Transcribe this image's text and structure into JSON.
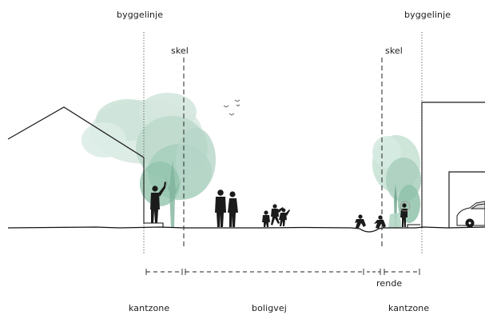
{
  "labels": {
    "building_line_left": "byggelinje",
    "building_line_right": "byggelinje",
    "boundary_left": "skel",
    "boundary_right": "skel",
    "gutter": "rende",
    "zone_left": "kantzone",
    "zone_middle": "boligvej",
    "zone_right": "kantzone"
  },
  "colors": {
    "line": "#1a1a1a",
    "foliage_light": "#d2e5dc",
    "foliage_mid": "#a9cfc0",
    "foliage_dark": "#6fa98f",
    "silhouette": "#1b1b1b",
    "ground": "#111111"
  }
}
